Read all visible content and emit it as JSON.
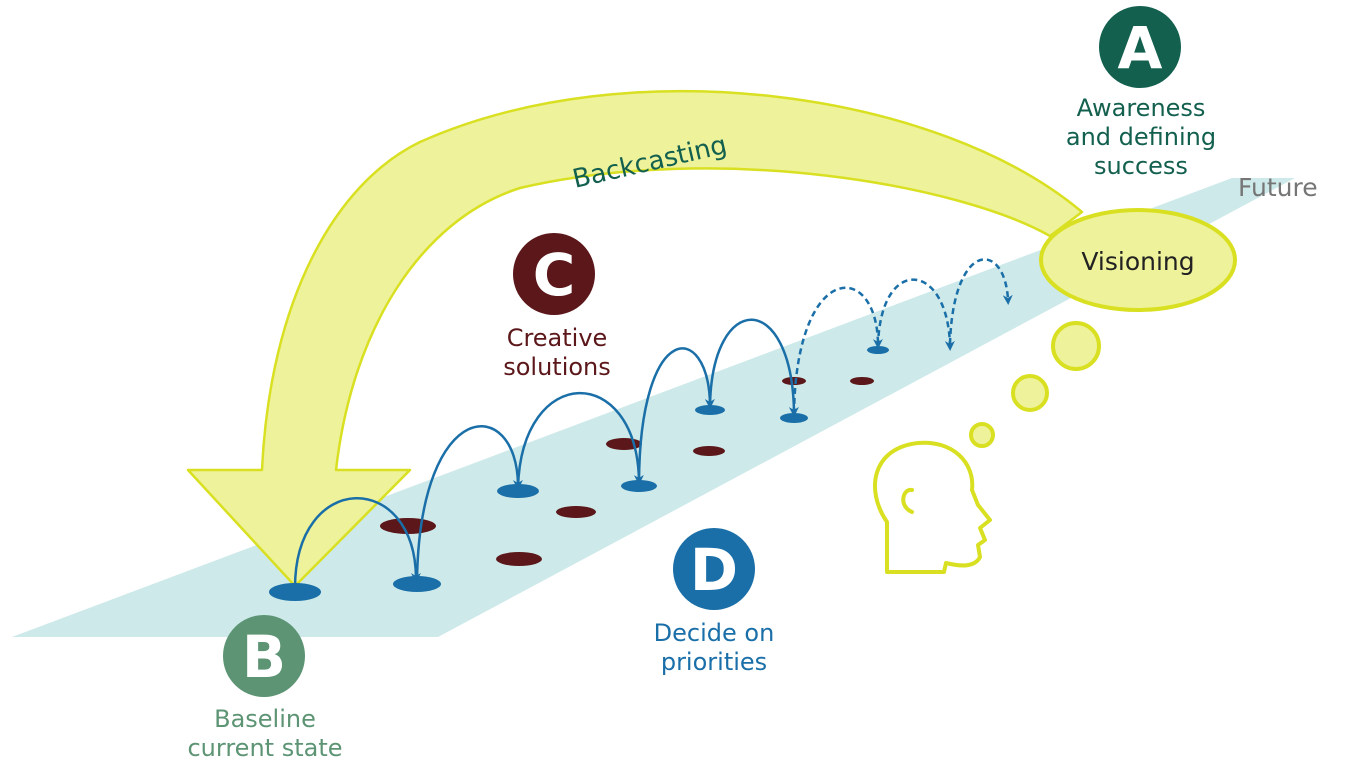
{
  "colors": {
    "path_fill": "#cde9e9",
    "accent_yellow": "#d9e021",
    "yellow_fill": "#eef29a",
    "teal_dark": "#13604f",
    "green_mid": "#5c9474",
    "maroon": "#5b1719",
    "blue": "#1a6fa8",
    "gray": "#767676"
  },
  "icons": {
    "head": "head-profile-icon"
  },
  "labels": {
    "future": "Future",
    "backcasting": "Backcasting",
    "visioning": "Visioning"
  },
  "steps": {
    "a": {
      "letter": "A",
      "line1": "Awareness",
      "line2": "and defining",
      "line3": "success"
    },
    "b": {
      "letter": "B",
      "line1": "Baseline",
      "line2": "current state"
    },
    "c": {
      "letter": "C",
      "line1": "Creative",
      "line2": "solutions"
    },
    "d": {
      "letter": "D",
      "line1": "Decide on",
      "line2": "priorities"
    }
  }
}
